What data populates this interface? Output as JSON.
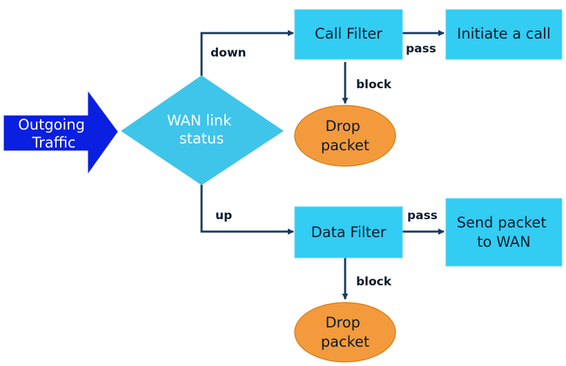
{
  "diagram": {
    "nodes": {
      "outgoing_traffic": {
        "lines": [
          "Outgoing",
          "Traffic"
        ]
      },
      "wan_link_status": {
        "lines": [
          "WAN link",
          "status"
        ]
      },
      "call_filter": {
        "label": "Call Filter"
      },
      "initiate_call": {
        "label": "Initiate a call"
      },
      "drop_packet_top": {
        "lines": [
          "Drop",
          "packet"
        ]
      },
      "data_filter": {
        "label": "Data Filter"
      },
      "send_packet": {
        "lines": [
          "Send packet",
          "to WAN"
        ]
      },
      "drop_packet_bottom": {
        "lines": [
          "Drop",
          "packet"
        ]
      }
    },
    "edges": {
      "down": "down",
      "up": "up",
      "pass_top": "pass",
      "block_top": "block",
      "pass_bottom": "pass",
      "block_bottom": "block"
    },
    "colors": {
      "arrow_blue": "#0a1fe0",
      "box_fill": "#33ccf2",
      "box_stroke": "#5fd6f7",
      "diamond_fill": "#3fc4ea",
      "oval_fill": "#f39a3c",
      "oval_stroke": "#d8801f",
      "connector": "#173a5e",
      "white_text": "#ffffff",
      "dark_text": "#0b1b2b"
    }
  }
}
